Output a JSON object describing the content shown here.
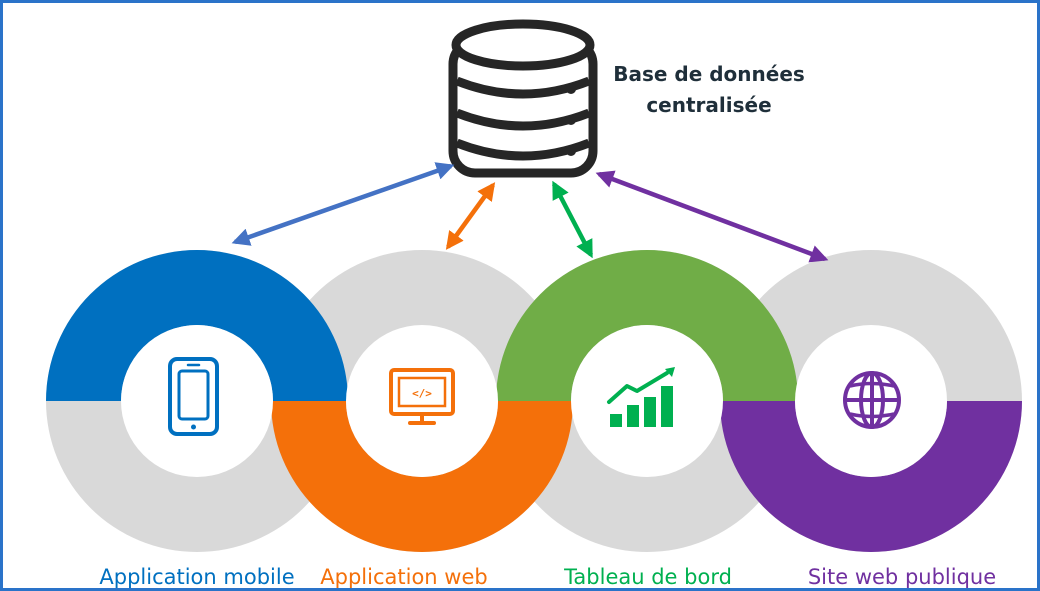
{
  "database": {
    "title_line1": "Base de données",
    "title_line2": "centralisée",
    "icon": "database-icon"
  },
  "modules": [
    {
      "label": "Application mobile",
      "color": "#0070c0",
      "icon": "smartphone-icon",
      "arc": "top"
    },
    {
      "label": "Application web",
      "color": "#f4700a",
      "icon": "monitor-code-icon",
      "arc": "bottom"
    },
    {
      "label": "Tableau de bord",
      "color": "#70ad47",
      "icon": "growth-chart-icon",
      "arc": "top"
    },
    {
      "label": "Site web publique",
      "color": "#7030a0",
      "icon": "globe-icon",
      "arc": "bottom"
    }
  ],
  "colors": {
    "ring_gray": "#d9d9d9",
    "arrow_mobile": "#4472c4",
    "arrow_web": "#f4700a",
    "arrow_dashboard": "#00b050",
    "arrow_site": "#7030a0",
    "frame_border": "#2a73c9",
    "icon_dark": "#262626",
    "dashboard_icon": "#00b050"
  }
}
